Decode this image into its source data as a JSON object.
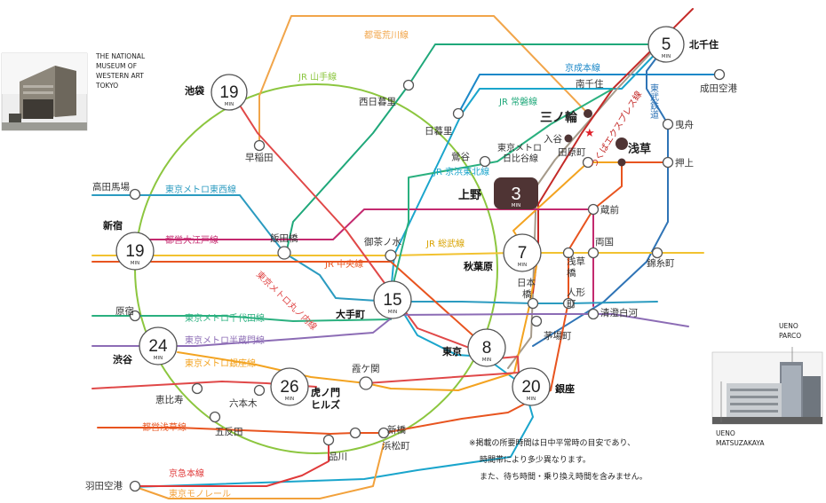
{
  "colors": {
    "yamanote": "#8cc63f",
    "keihin_tohoku": "#1aa5cc",
    "chuo": "#e8541f",
    "sobu": "#f2c230",
    "joban": "#1fa87a",
    "arakawa": "#f1a54a",
    "oedo": "#c42a6f",
    "marunouchi": "#e04848",
    "tozai": "#2b9bc0",
    "chiyoda": "#2ab07f",
    "hanzomon": "#8c6cb5",
    "ginza": "#f3a320",
    "asakusa": "#e8541f",
    "hibiya": "#a59a8a",
    "keisei": "#1c88c8",
    "tobu": "#2f74b6",
    "tsukuba": "#c42a28",
    "keikyu": "#e03a3a",
    "monorail": "#f2a13b",
    "hub": "#4f3434"
  },
  "photos": {
    "museum_caption": [
      "THE NATIONAL",
      "MUSEUM OF",
      "WESTERN ART",
      "TOKYO"
    ],
    "parco_caption": [
      "UENO",
      "PARCO"
    ],
    "matsuzakaya_caption": [
      "UENO",
      "MATSUZAKAYA"
    ]
  },
  "hub": {
    "name": "上野",
    "minutes": "3",
    "unit": "MIN"
  },
  "destinations": [
    {
      "name": "北千住",
      "minutes": "5",
      "unit": "MIN"
    },
    {
      "name": "池袋",
      "minutes": "19",
      "unit": "MIN"
    },
    {
      "name": "新宿",
      "minutes": "19",
      "unit": "MIN"
    },
    {
      "name": "秋葉原",
      "minutes": "7",
      "unit": "MIN"
    },
    {
      "name": "大手町",
      "minutes": "15",
      "unit": "MIN"
    },
    {
      "name": "渋谷",
      "minutes": "24",
      "unit": "MIN"
    },
    {
      "name": "東京",
      "minutes": "8",
      "unit": "MIN"
    },
    {
      "name": "虎ノ門ヒルズ",
      "minutes": "26",
      "unit": "MIN"
    },
    {
      "name": "銀座",
      "minutes": "20",
      "unit": "MIN"
    }
  ],
  "landmarks": {
    "site": "三ノ輪",
    "asakusa": "浅草",
    "iriya": "入谷",
    "star": "★"
  },
  "stations": {
    "minamisenju": "南千住",
    "narita": "成田空港",
    "hikifune": "曳舟",
    "oshiage": "押上",
    "nishinippori": "西日暮里",
    "nippori": "日暮里",
    "uguisudani": "鶯谷",
    "tawaramachi": "田原町",
    "waseda": "早稲田",
    "takadanobaba": "高田馬場",
    "iidabashi": "飯田橋",
    "ochanomizu": "御茶ノ水",
    "kuramae": "蔵前",
    "ryogoku": "両国",
    "asakusabashi": "浅草橋",
    "kinshicho": "錦糸町",
    "nihonbashi": "日本橋",
    "ningyocho": "人形町",
    "kiyosumi": "清澄白河",
    "kayabacho": "茅場町",
    "harajuku": "原宿",
    "kasumigaseki": "霞ケ関",
    "ebisu": "恵比寿",
    "roppongi": "六本木",
    "gotanda": "五反田",
    "shinbashi": "新橋",
    "hamamatsucho": "浜松町",
    "shinagawa": "品川",
    "haneda": "羽田空港"
  },
  "lines": {
    "arakawa": "都電荒川線",
    "yamanote": "JR 山手線",
    "keisei": "京成本線",
    "tobu": "東武鉄道",
    "joban": "JR 常磐線",
    "hibiya": [
      "東京メトロ",
      "日比谷線"
    ],
    "keihin": "JR 京浜東北線",
    "tozai": "東京メトロ東西線",
    "oedo": "都営大江戸線",
    "sobu": "JR 総武線",
    "chuo": "JR 中央線",
    "marunouchi": "東京メトロ丸ノ内線",
    "chiyoda": "東京メトロ千代田線",
    "hanzomon": "東京メトロ半蔵門線",
    "ginza": "東京メトロ銀座線",
    "asakusa": "都営浅草線",
    "keikyu": "京急本線",
    "monorail": "東京モノレール",
    "tsukuba": "つくばエクスプレス線"
  },
  "note": [
    "※掲載の所要時間は日中平常時の目安であり、",
    "時間帯により多少異なります。",
    "また、待ち時間・乗り換え時間を含みません。"
  ]
}
